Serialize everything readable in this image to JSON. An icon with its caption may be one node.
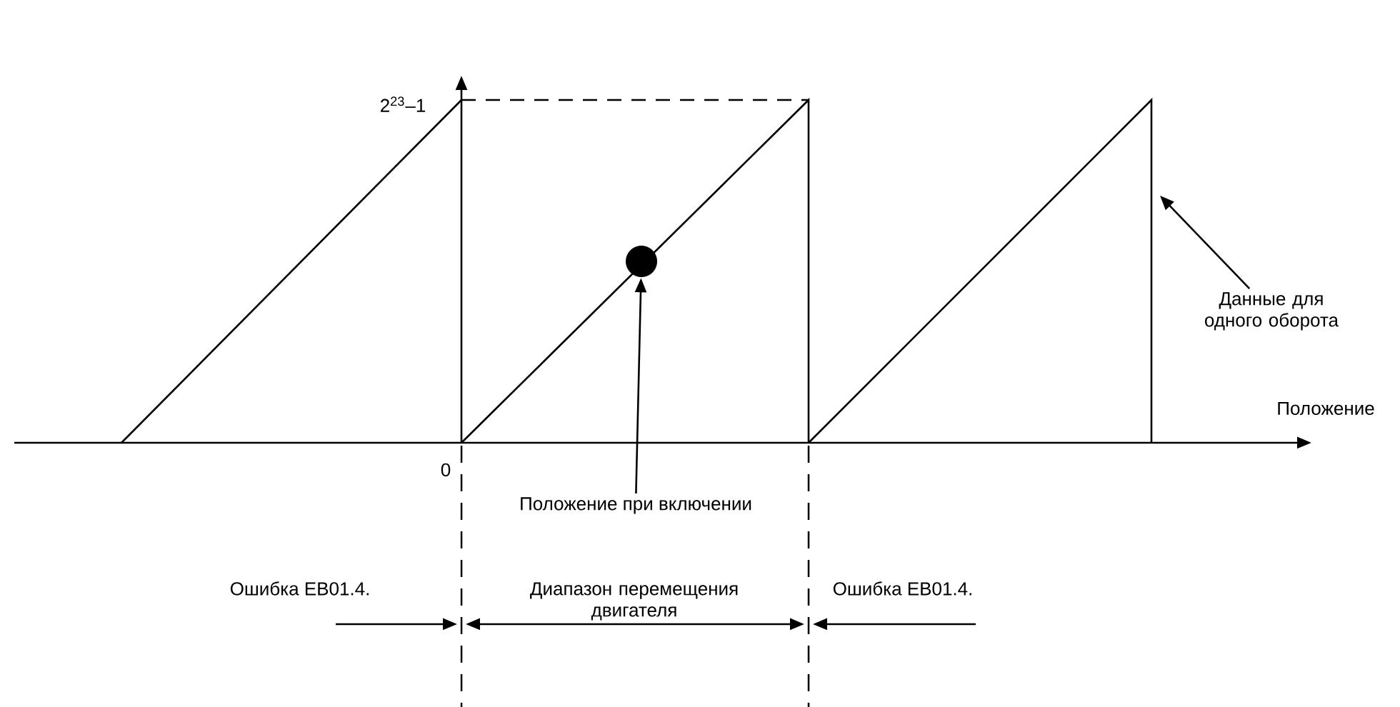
{
  "diagram": {
    "nodes": [
      {
        "text": [
          "Положение при включении"
        ]
      },
      {
        "text": [],
        "shape": "circle"
      },
      {
        "text": [
          "Данные для одного оборота"
        ]
      }
    ],
    "edges": [
      {
        "from": 0,
        "to": 1,
        "arrow": "to"
      },
      {
        "from": 2,
        "to": null,
        "arrow": "to"
      }
    ],
    "labels": [
      "2$^{23}$–1",
      "0",
      "Положение",
      "Ошибка EB01.4.",
      "Диапазон перемещения двигателя",
      "Ошибка EB01.4."
    ]
  }
}
